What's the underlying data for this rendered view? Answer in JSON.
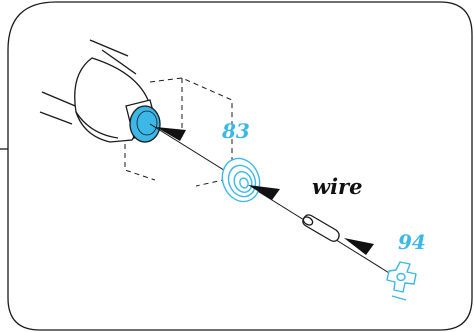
{
  "labels": {
    "part_83": "83",
    "wire": "wire",
    "part_94": "94"
  },
  "colors": {
    "accent": "#3bb8e8",
    "line": "#1a1a1a",
    "background": "#ffffff"
  },
  "icons": {
    "nozzle": "nozzle-icon",
    "spring_washer": "spiral-washer-icon",
    "wire_segment": "wire-segment-icon",
    "clip": "cross-clip-icon"
  }
}
